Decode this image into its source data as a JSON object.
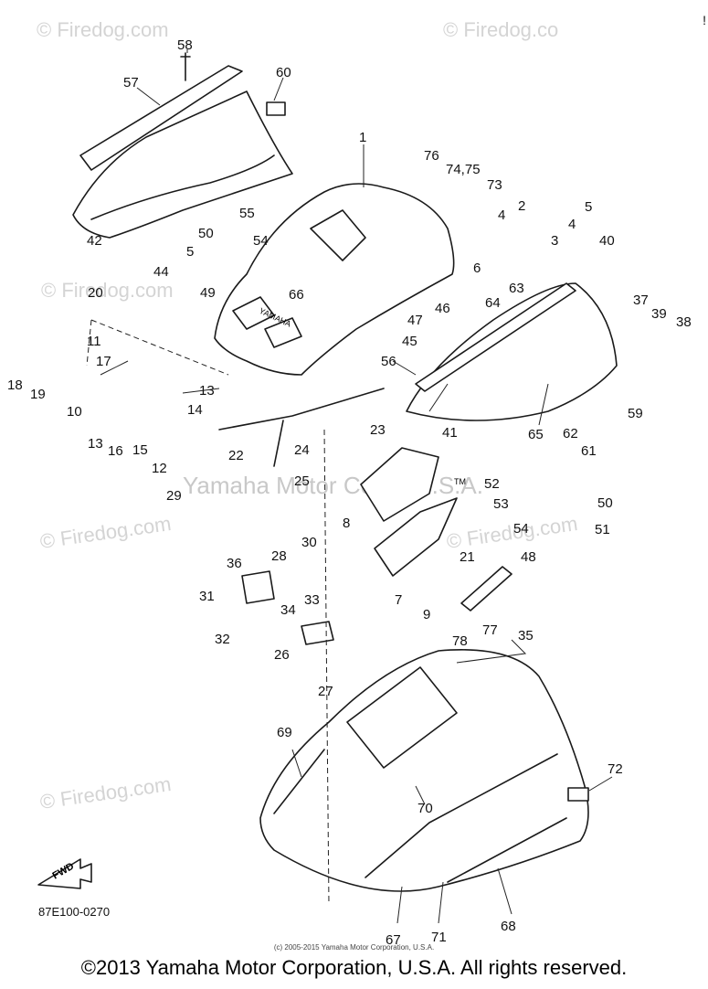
{
  "watermarks": {
    "text": "© Firedog.com",
    "partial_top": "© Firedog.co",
    "center": "Yamaha Motor Corp., U.S.A."
  },
  "logo_text": "YAMAHA",
  "diagram_code": "87E100-0270",
  "small_copyright": "(c) 2005-2015 Yamaha Motor Corporation, U.S.A.",
  "copyright": "©2013 Yamaha Motor Corporation, U.S.A. All rights reserved.",
  "corner_mark": "!",
  "fwd_label": "FWD",
  "tm_mark": "TM",
  "part_numbers": [
    "1",
    "2",
    "3",
    "4",
    "5",
    "6",
    "7",
    "8",
    "9",
    "10",
    "11",
    "12",
    "13",
    "14",
    "15",
    "16",
    "17",
    "18",
    "19",
    "20",
    "21",
    "22",
    "23",
    "24",
    "25",
    "26",
    "27",
    "28",
    "29",
    "30",
    "31",
    "32",
    "33",
    "34",
    "35",
    "36",
    "37",
    "38",
    "39",
    "40",
    "41",
    "42",
    "44",
    "45",
    "46",
    "47",
    "48",
    "49",
    "50",
    "51",
    "52",
    "53",
    "54",
    "55",
    "56",
    "57",
    "58",
    "59",
    "60",
    "61",
    "62",
    "63",
    "64",
    "65",
    "66",
    "67",
    "68",
    "69",
    "70",
    "71",
    "72",
    "73",
    "74,75",
    "76",
    "77",
    "78"
  ],
  "labels": {
    "n1": "1",
    "n2": "2",
    "n3": "3",
    "n4a": "4",
    "n4b": "4",
    "n5a": "5",
    "n5b": "5",
    "n6": "6",
    "n7": "7",
    "n8": "8",
    "n9": "9",
    "n10": "10",
    "n11": "11",
    "n12": "12",
    "n13a": "13",
    "n13b": "13",
    "n14": "14",
    "n15": "15",
    "n16": "16",
    "n17": "17",
    "n18": "18",
    "n19": "19",
    "n20": "20",
    "n21": "21",
    "n22": "22",
    "n23": "23",
    "n24": "24",
    "n25": "25",
    "n26": "26",
    "n27": "27",
    "n28": "28",
    "n29": "29",
    "n30": "30",
    "n31": "31",
    "n32": "32",
    "n33": "33",
    "n34": "34",
    "n35": "35",
    "n36": "36",
    "n37": "37",
    "n38": "38",
    "n39": "39",
    "n40": "40",
    "n41": "41",
    "n42": "42",
    "n44": "44",
    "n45": "45",
    "n46": "46",
    "n47": "47",
    "n48": "48",
    "n49": "49",
    "n50a": "50",
    "n50b": "50",
    "n51": "51",
    "n52": "52",
    "n53": "53",
    "n54a": "54",
    "n54b": "54",
    "n55": "55",
    "n56": "56",
    "n57": "57",
    "n58": "58",
    "n59": "59",
    "n60": "60",
    "n61": "61",
    "n62": "62",
    "n63": "63",
    "n64": "64",
    "n65": "65",
    "n66": "66",
    "n67": "67",
    "n68": "68",
    "n69": "69",
    "n70": "70",
    "n71": "71",
    "n72": "72",
    "n73": "73",
    "n7475": "74,75",
    "n76": "76",
    "n77": "77",
    "n78": "78"
  }
}
